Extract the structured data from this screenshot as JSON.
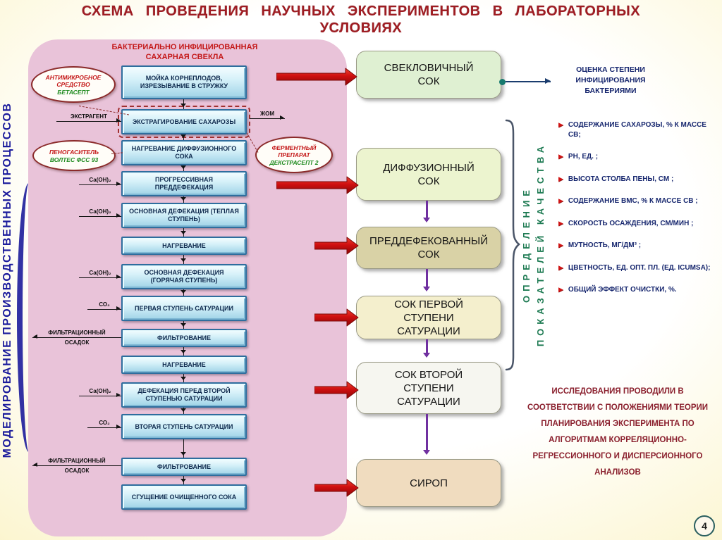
{
  "slide": {
    "title": "СХЕМА ПРОВЕДЕНИЯ НАУЧНЫХ ЭКСПЕРИМЕНТОВ В ЛАБОРАТОРНЫХ УСЛОВИЯХ",
    "page_number": "4"
  },
  "left_axis_label": "МОДЕЛИРОВАНИЕ ПРОИЗВОДСТВЕННЫХ ПРОЦЕССОВ",
  "process": {
    "source_label": "БАКТЕРИАЛЬНО ИНФИЦИРОВАННАЯ САХАРНАЯ СВЕКЛА",
    "steps": [
      "МОЙКА КОРНЕПЛОДОВ, ИЗРЕЗЫВАНИЕ В СТРУЖКУ",
      "ЭКСТРАГИРОВАНИЕ САХАРОЗЫ",
      "НАГРЕВАНИЕ ДИФФУЗИОННОГО СОКА",
      "ПРОГРЕССИВНАЯ ПРЕДДЕФЕКАЦИЯ",
      "ОСНОВНАЯ ДЕФЕКАЦИЯ (ТЕПЛАЯ СТУПЕНЬ)",
      "НАГРЕВАНИЕ",
      "ОСНОВНАЯ ДЕФЕКАЦИЯ (ГОРЯЧАЯ СТУПЕНЬ)",
      "ПЕРВАЯ СТУПЕНЬ САТУРАЦИИ",
      "ФИЛЬТРОВАНИЕ",
      "НАГРЕВАНИЕ",
      "ДЕФЕКАЦИЯ ПЕРЕД ВТОРОЙ СТУПЕНЬЮ САТУРАЦИИ",
      "ВТОРАЯ СТУПЕНЬ САТУРАЦИИ",
      "ФИЛЬТРОВАНИЕ",
      "СГУЩЕНИЕ ОЧИЩЕННОГО СОКА"
    ],
    "io": [
      "ЭКСТРАГЕНТ",
      "Са(ОН)₂",
      "Са(ОН)₂",
      "Са(ОН)₂",
      "СО₂",
      "ФИЛЬТРАЦИОННЫЙ ОСАДОК",
      "Са(ОН)₂",
      "СО₂",
      "ФИЛЬТРАЦИОННЫЙ ОСАДОК",
      "ЖОМ"
    ],
    "reagents": [
      {
        "category": "АНТИМИКРОБНОЕ СРЕДСТВО",
        "name": "БЕТАСЕПТ"
      },
      {
        "category": "ПЕНОГАСИТЕЛЬ",
        "name": "ВОЛТЕС ФСС 93"
      },
      {
        "category": "ФЕРМЕНТНЫЙ ПРЕПАРАТ",
        "name": "ДЕКСТРАСЕПТ 2"
      }
    ]
  },
  "juices": [
    {
      "label": "СВЕКЛОВИЧНЫЙ СОК",
      "color": "#dff0d2"
    },
    {
      "label": "ДИФФУЗИОННЫЙ СОК",
      "color": "#ecf4cf"
    },
    {
      "label": "ПРЕДДЕФЕКОВАННЫЙ СОК",
      "color": "#d9d2a6"
    },
    {
      "label": "СОК ПЕРВОЙ СТУПЕНИ САТУРАЦИИ",
      "color": "#f4efcd"
    },
    {
      "label": "СОК ВТОРОЙ СТУПЕНИ САТУРАЦИИ",
      "color": "#f6f6f0"
    },
    {
      "label": "СИРОП",
      "color": "#f0dcbf"
    }
  ],
  "assessment_note": "ОЦЕНКА СТЕПЕНИ ИНФИЦИРОВАНИЯ БАКТЕРИЯМИ",
  "quality": {
    "axis_lines": [
      "ОПРЕДЕЛЕНИЕ",
      "ПОКАЗАТЕЛЕЙ КАЧЕСТВА"
    ],
    "indicators": [
      "СОДЕРЖАНИЕ САХАРОЗЫ, % К МАССЕ СВ;",
      "РН, ЕД. ;",
      "ВЫСОТА СТОЛБА ПЕНЫ, СМ ;",
      "СОДЕРЖАНИЕ ВМС, % К МАССЕ СВ ;",
      "СКОРОСТЬ ОСАЖДЕНИЯ, СМ/МИН ;",
      "МУТНОСТЬ, МГ/ДМ³ ;",
      "ЦВЕТНОСТЬ, ЕД. ОПТ. ПЛ. (ЕД. ICUMSA);",
      "ОБЩИЙ ЭФФЕКТ ОЧИСТКИ, %."
    ]
  },
  "methodology_note": "ИССЛЕДОВАНИЯ ПРОВОДИЛИ В СООТВЕТСТВИИ С ПОЛОЖЕНИЯМИ ТЕОРИИ ПЛАНИРОВАНИЯ ЭКСПЕРИМЕНТА ПО АЛГОРИТМАМ КОРРЕЛЯЦИОННО-РЕГРЕССИОННОГО И ДИСПЕРСИОННОГО АНАЛИЗОВ",
  "colors": {
    "title": "#9e1c22",
    "panel_pink": "#e9c3d9",
    "box_border": "#2e6e9e",
    "box_text": "#0f2a4e",
    "header_red": "#c41818",
    "reagent_red": "#c41818",
    "reagent_green": "#1e8a1e",
    "arrow_red": "#c41212",
    "arrow_purple": "#7030a0",
    "quality_green": "#1d7a52",
    "text_navy": "#16266e",
    "note_maroon": "#8a1f2d",
    "left_label_blue": "#1c1c9c"
  }
}
